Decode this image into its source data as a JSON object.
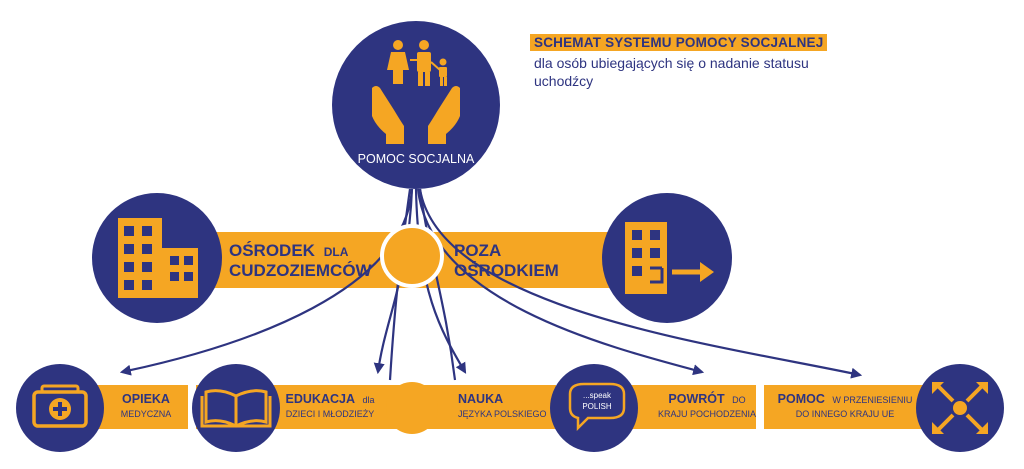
{
  "header": {
    "title": "SCHEMAT SYSTEMU POMOCY SOCJALNEJ",
    "subtitle": "dla osób ubiegających się o nadanie statusu uchodźcy"
  },
  "colors": {
    "navy": "#2e3480",
    "orange": "#f5a623",
    "white": "#ffffff"
  },
  "top_node": {
    "label": "POMOC SOCJALNA",
    "icon": "family-in-hands-icon"
  },
  "middle_nodes": {
    "left": {
      "line1_bold": "OŚRODEK",
      "line1_small": "DLA",
      "line2_bold": "CUDZOZIEMCÓW",
      "icon": "building-icon"
    },
    "right": {
      "line1_bold": "POZA",
      "line2_bold": "OŚRODKIEM",
      "icon": "building-exit-icon"
    }
  },
  "bottom_nodes": [
    {
      "bold": "OPIEKA",
      "small": "",
      "line2": "MEDYCZNA",
      "icon": "medical-bag-icon"
    },
    {
      "bold": "EDUKACJA",
      "small": "dla",
      "line2": "DZIECI I MŁODZIEŻY",
      "icon": "open-book-icon"
    },
    {
      "bold": "NAUKA",
      "small": "",
      "line2": "JĘZYKA POLSKIEGO",
      "icon": "circle-icon"
    },
    {
      "bold": "POWRÓT",
      "small": "DO",
      "line2": "KRAJU POCHODZENIA",
      "icon": "speech-bubble-icon"
    },
    {
      "bold": "POMOC",
      "small": "W PRZENIESIENIU",
      "line2": "DO INNEGO KRAJU UE",
      "icon": "arrows-out-icon"
    }
  ],
  "speech_bubble": {
    "line1": "...speak",
    "line2": "POLISH"
  }
}
